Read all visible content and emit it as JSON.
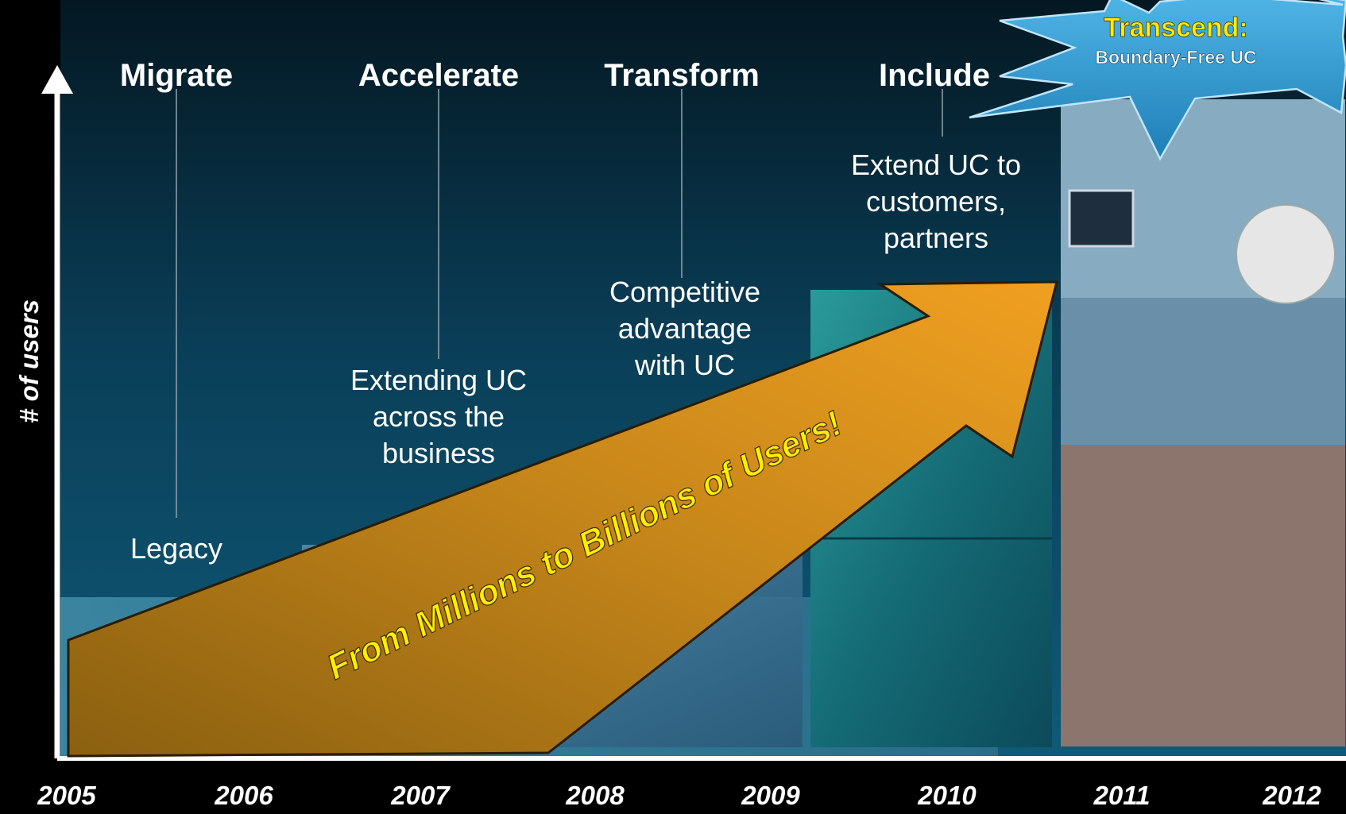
{
  "axis": {
    "y_label": "# of users"
  },
  "stages": [
    {
      "name": "Migrate",
      "description": [
        "Legacy"
      ]
    },
    {
      "name": "Accelerate",
      "description": [
        "Extending UC",
        "across the",
        "business"
      ]
    },
    {
      "name": "Transform",
      "description": [
        "Competitive",
        "advantage",
        "with UC"
      ]
    },
    {
      "name": "Include",
      "description": [
        "Extend UC to",
        "customers,",
        "partners"
      ]
    }
  ],
  "callout": {
    "title": "Transcend:",
    "subtitle": "Boundary-Free UC"
  },
  "arrow_text": "From Millions to Billions of Users!",
  "years": [
    "2005",
    "2006",
    "2007",
    "2008",
    "2009",
    "2010",
    "2011",
    "2012"
  ],
  "colors": {
    "arrow": "#f0a020",
    "arrow_dark": "#8a6010",
    "arrow_text": "#ffee00",
    "starburst": "#2a90c8",
    "callout_title": "#ffee00",
    "panel": "#0e4d6a"
  }
}
